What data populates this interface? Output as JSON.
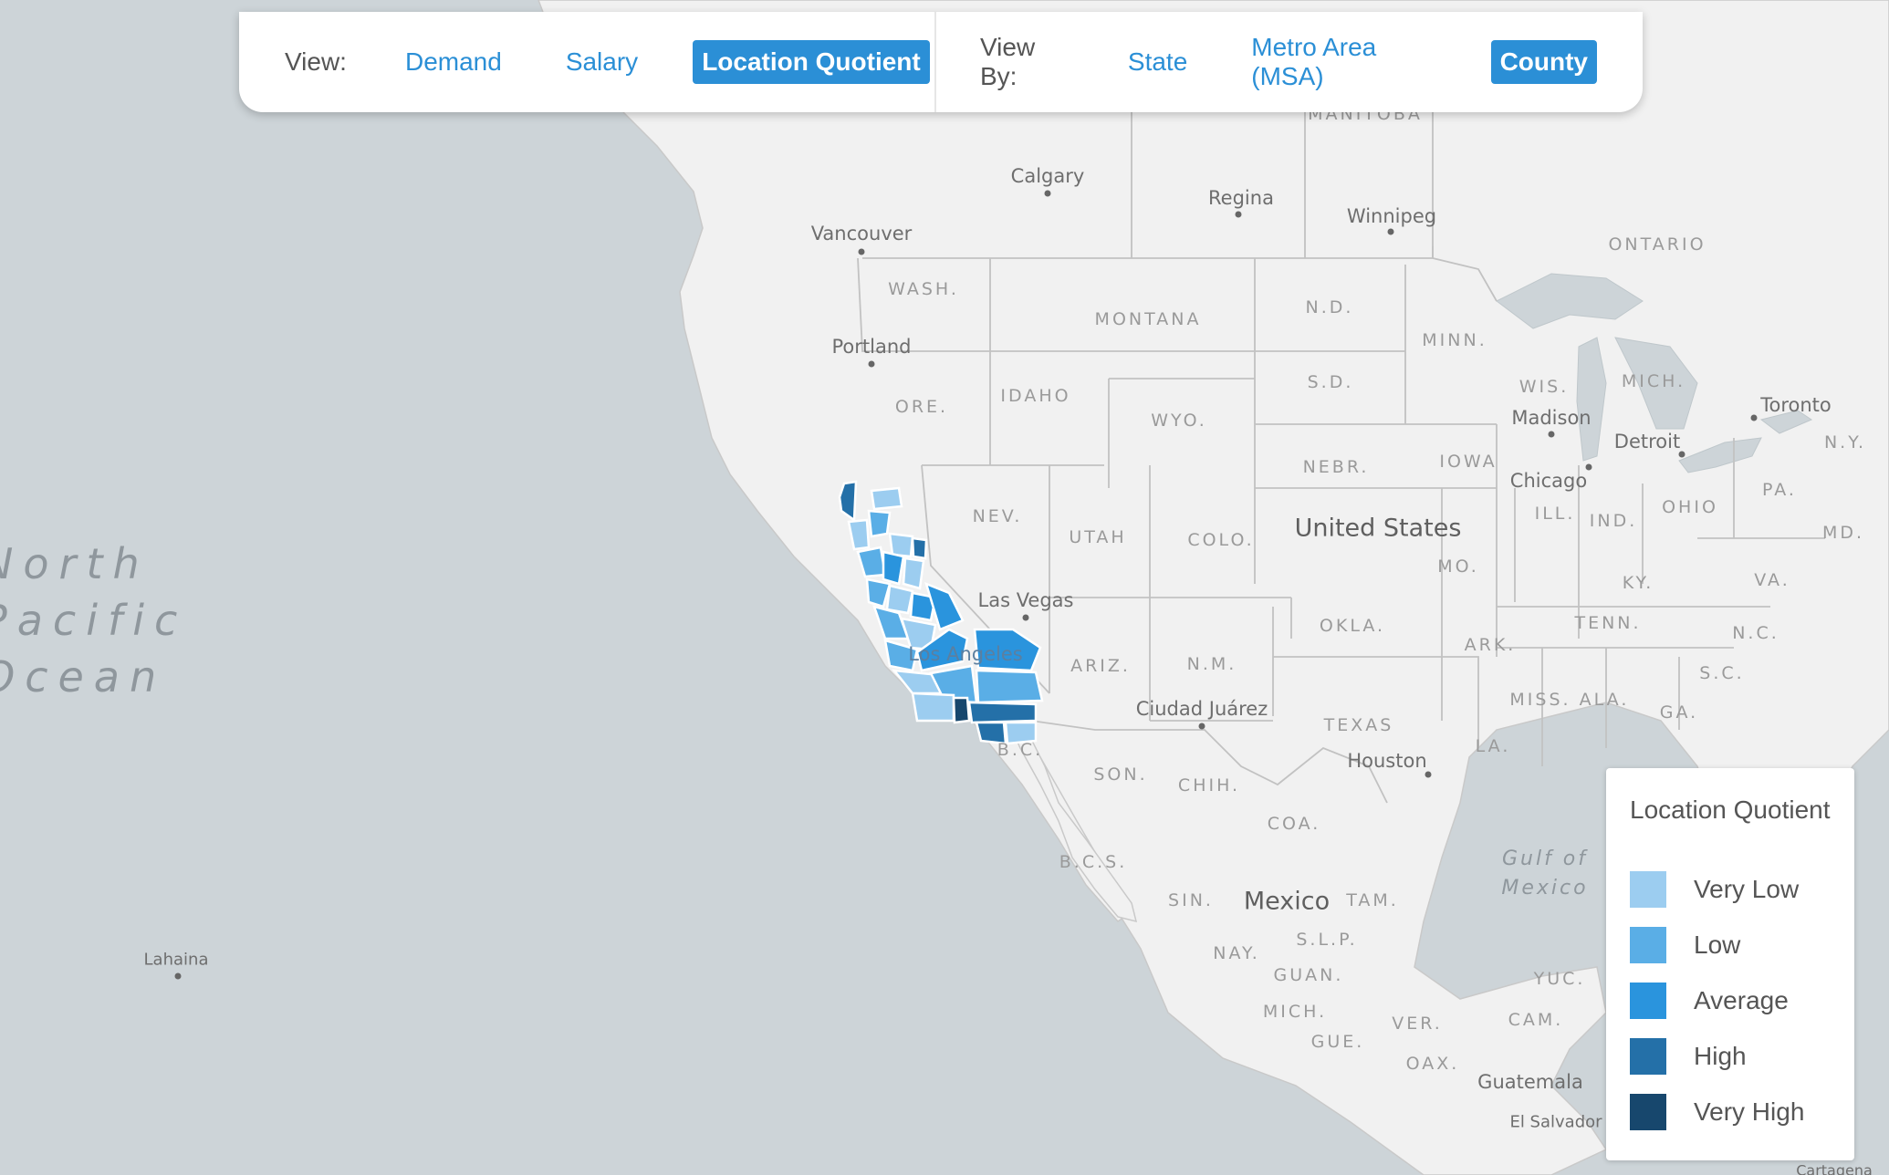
{
  "toolbar": {
    "view_label": "View:",
    "view_options": [
      "Demand",
      "Salary",
      "Location Quotient"
    ],
    "view_selected": "Location Quotient",
    "viewby_label": "View By:",
    "viewby_options": [
      "State",
      "Metro Area (MSA)",
      "County"
    ],
    "viewby_selected": "County",
    "accent_color": "#2b8fd6"
  },
  "legend": {
    "title": "Location Quotient",
    "items": [
      {
        "label": "Very Low",
        "color": "#9ccdf0"
      },
      {
        "label": "Low",
        "color": "#5aaee6"
      },
      {
        "label": "Average",
        "color": "#2a94dd"
      },
      {
        "label": "High",
        "color": "#2470a8"
      },
      {
        "label": "Very High",
        "color": "#17476d"
      }
    ]
  },
  "map": {
    "ocean_label": "North Pacific Ocean",
    "gulf_label": "Gulf of Mexico",
    "countries": [
      "United States",
      "Mexico"
    ],
    "cities": [
      "Calgary",
      "Regina",
      "Winnipeg",
      "Vancouver",
      "Portland",
      "Las Vegas",
      "Los Angeles",
      "Ciudad Juárez",
      "Houston",
      "Chicago",
      "Detroit",
      "Madison",
      "Toronto",
      "Lahaina",
      "Guatemala",
      "El Salvador",
      "Cartagena"
    ],
    "regions": [
      "MANITOBA",
      "ONTARIO",
      "WASH.",
      "MONTANA",
      "N.D.",
      "MINN.",
      "ORE.",
      "IDAHO",
      "WYO.",
      "S.D.",
      "WIS.",
      "MICH.",
      "N.Y.",
      "NEBR.",
      "IOWA",
      "PA.",
      "NEV.",
      "UTAH",
      "COLO.",
      "ILL.",
      "IND.",
      "OHIO",
      "MD.",
      "MO.",
      "KY.",
      "VA.",
      "OKLA.",
      "TENN.",
      "N.C.",
      "ARIZ.",
      "N.M.",
      "ARK.",
      "S.C.",
      "MISS.",
      "ALA.",
      "GA.",
      "TEXAS",
      "LA.",
      "B.C.",
      "SON.",
      "CHIH.",
      "COA.",
      "B.C.S.",
      "SIN.",
      "TAM.",
      "S.L.P.",
      "NAY.",
      "GUAN.",
      "YUC.",
      "MICH.",
      "VER.",
      "CAM.",
      "GUE.",
      "OAX."
    ],
    "land_color": "#f1f1f1",
    "water_color": "#cdd4d8",
    "border_color": "#c6c6c6"
  }
}
